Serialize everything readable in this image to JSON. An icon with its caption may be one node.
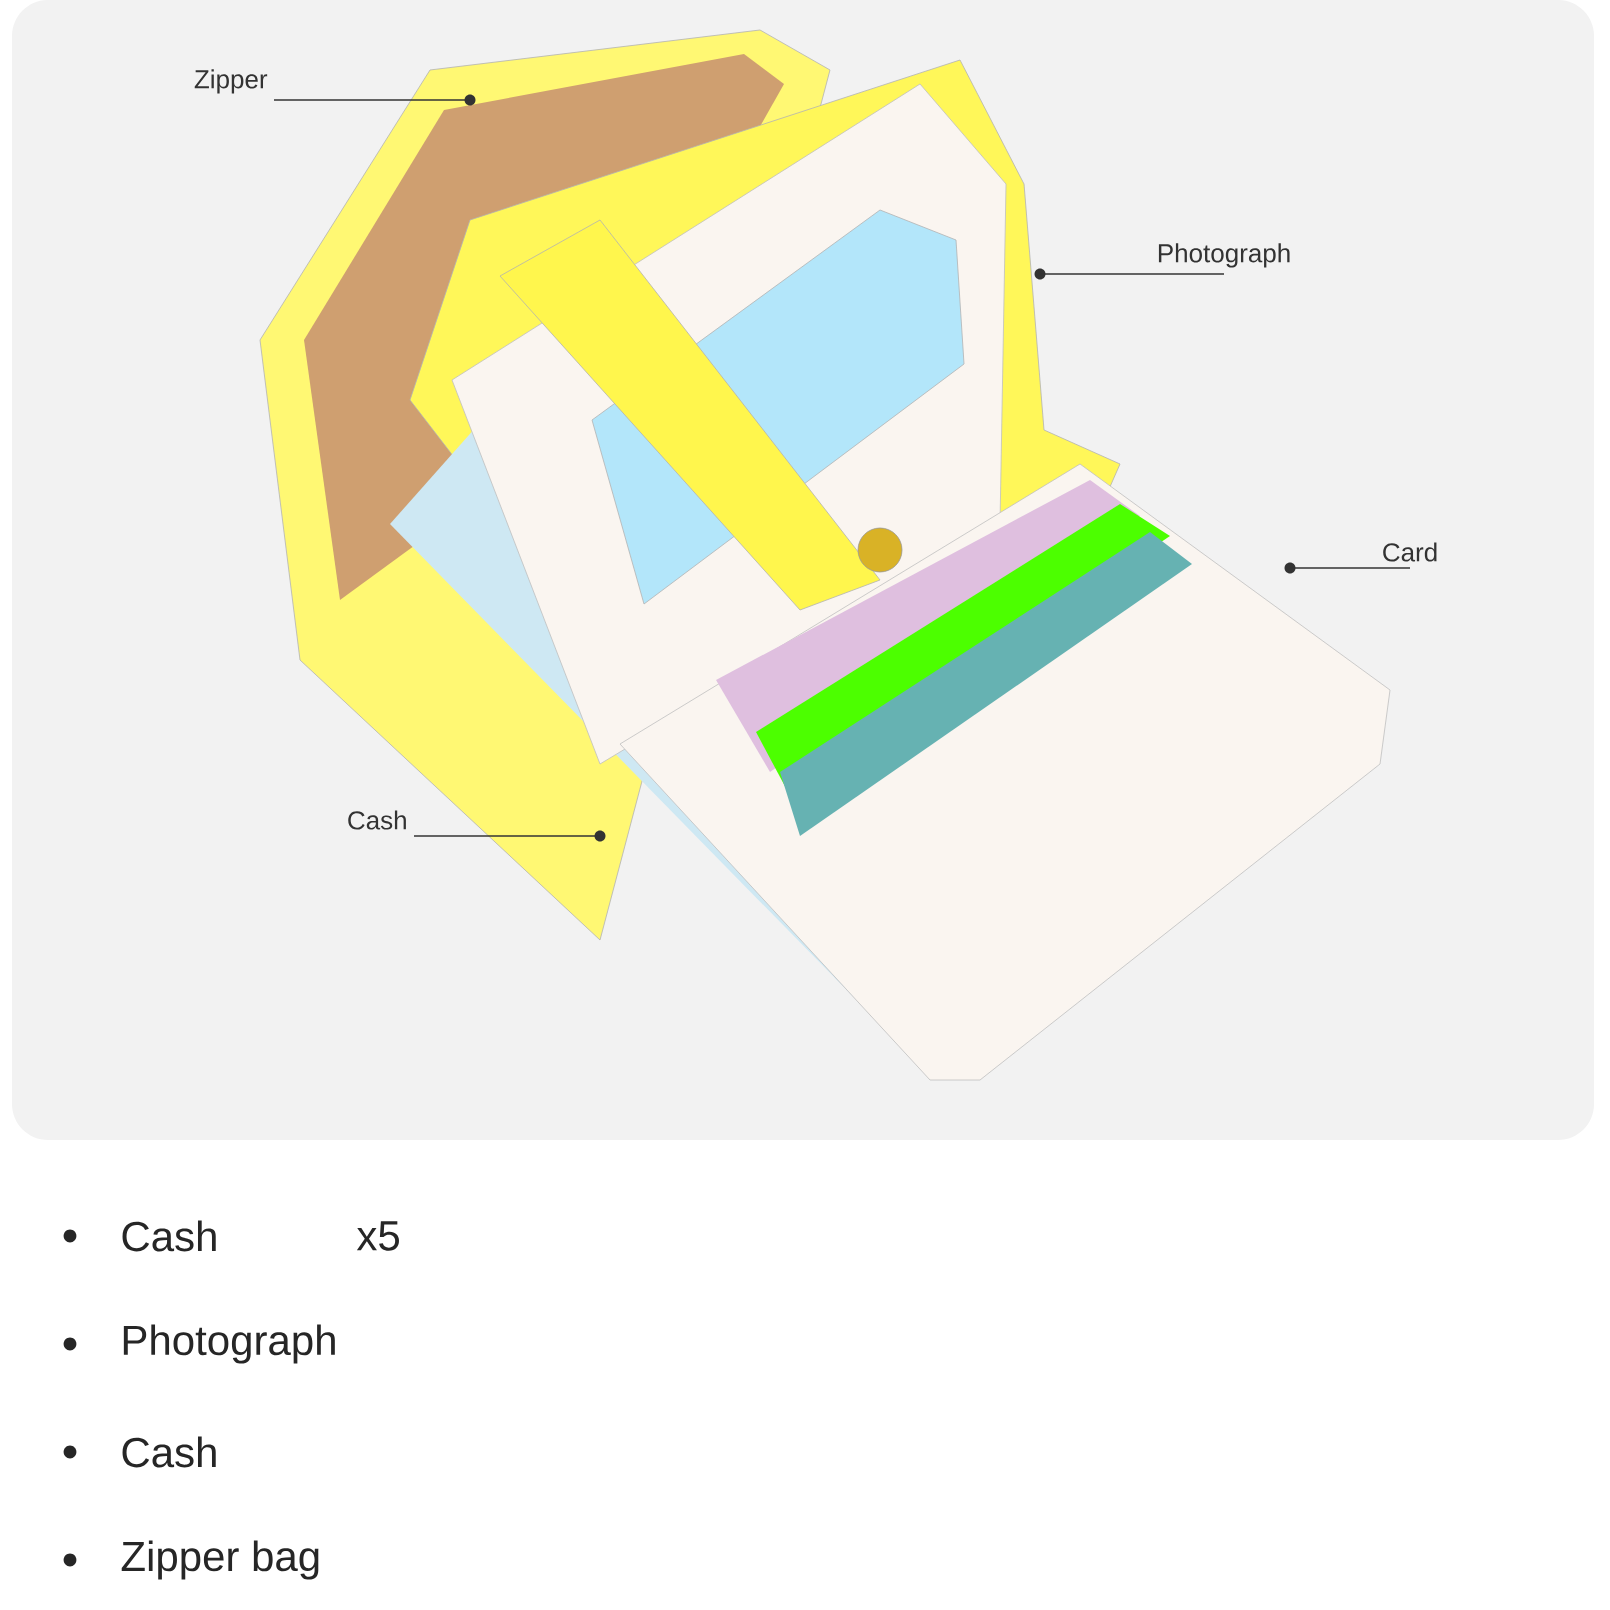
{
  "diagram": {
    "nodes": [
      {
        "text": [
          "Zipper"
        ]
      },
      {
        "text": [
          "Photograph"
        ]
      },
      {
        "text": [
          "Card"
        ]
      },
      {
        "text": [
          "Cash"
        ]
      },
      {
        "text": [],
        "shape": "circle"
      },
      {
        "text": [],
        "shape": "circle"
      },
      {
        "text": [],
        "shape": "circle"
      },
      {
        "text": [],
        "shape": "circle"
      }
    ],
    "edges": [
      {
        "from": 0,
        "to": 4,
        "arrow": "none"
      },
      {
        "from": 1,
        "to": 5,
        "arrow": "none"
      },
      {
        "from": 2,
        "to": 6,
        "arrow": "none"
      },
      {
        "from": 3,
        "to": 7,
        "arrow": "none"
      }
    ],
    "labels": [
      "Cash",
      "x5",
      "Photograph",
      "Cash",
      "Zipper bag"
    ]
  }
}
